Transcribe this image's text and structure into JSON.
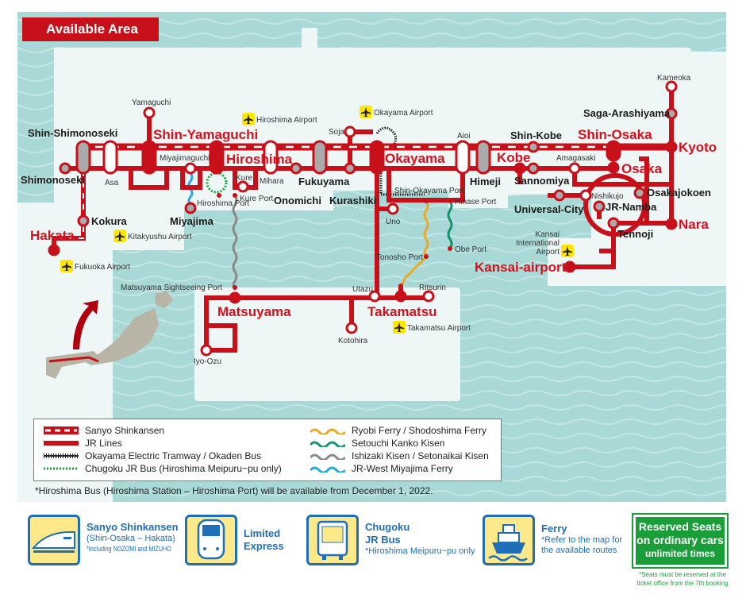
{
  "title": "Available Area",
  "colors": {
    "jr_red": "#c8101a",
    "sea": "#a9d9d6",
    "land": "#eef7f6",
    "ryobi": "#e8a92a",
    "setouchi": "#17936d",
    "ishizaki": "#8a8a8a",
    "miyajima": "#2aa6e6",
    "feature_blue": "#1e6fb8",
    "reserved_green": "#1a9e3a"
  },
  "stations": {
    "shin_shimonoseki": "Shin-Shimonoseki",
    "shimonoseki": "Shimonoseki",
    "asa": "Asa",
    "yamaguchi": "Yamaguchi",
    "shin_yamaguchi": "Shin-Yamaguchi",
    "miyajimaguchi": "Miyajimaguchi",
    "hiroshima": "Hiroshima",
    "kure": "Kure",
    "mihara": "Mihara",
    "onomichi": "Onomichi",
    "fukuyama": "Fukuyama",
    "kurashiki": "Kurashiki",
    "soja": "Soja",
    "okayama": "Okayama",
    "aioi": "Aioi",
    "himeji": "Himeji",
    "kobe": "Kobe",
    "sannomiya": "Sannomiya",
    "shin_kobe": "Shin-Kobe",
    "amagasaki": "Amagasaki",
    "shin_osaka": "Shin-Osaka",
    "osaka": "Osaka",
    "kyoto": "Kyoto",
    "saga_arashiyama": "Saga-Arashiyama",
    "kameoka": "Kameoka",
    "nara": "Nara",
    "osakajokoen": "Osakajokoen",
    "nishikujo": "Nishikujo",
    "universal_city": "Universal-City",
    "jr_namba": "JR-Namba",
    "tennoji": "Tennoji",
    "kansai_airport": "Kansai-airport",
    "kokura": "Kokura",
    "hakata": "Hakata",
    "miyajima": "Miyajima",
    "hiroshima_port": "Hiroshima Port",
    "kure_port": "Kure Port",
    "uno": "Uno",
    "shin_okayama_port": "Shin-Okayama Port",
    "hinase_port": "Hinase Port",
    "obe_port": "Obe Port",
    "tonosho_port": "Tonosho Port",
    "matsuyama_sightseeing_port": "Matsuyama Sightseeing Port",
    "matsuyama": "Matsuyama",
    "utazu": "Utazu",
    "takamatsu": "Takamatsu",
    "ritsurin": "Ritsurin",
    "kotohira": "Kotohira",
    "iyo_ozu": "Iyo-Ozu"
  },
  "airports": {
    "hiroshima": "Hiroshima Airport",
    "okayama": "Okayama Airport",
    "kitakyushu": "Kitakyushu Airport",
    "fukuoka": "Fukuoka Airport",
    "kansai_1": "Kansai",
    "kansai_2": "International",
    "kansai_3": "Airport",
    "takamatsu": "Takamatsu Airport"
  },
  "legend": [
    "Sanyo Shinkansen",
    "JR Lines",
    "Okayama Electric Tramway / Okaden Bus",
    "Chugoku JR Bus (Hiroshima Meipuru~pu only)",
    "Ryobi Ferry / Shodoshima Ferry",
    "Setouchi Kanko Kisen",
    "Ishizaki Kisen / Setonaikai Kisen",
    "JR-West Miyajima Ferry"
  ],
  "note": "*Hiroshima Bus (Hiroshima Station – Hiroshima Port) will be available from December 1, 2022.",
  "features": {
    "shinkansen": {
      "title": "Sanyo Shinkansen",
      "sub": "(Shin-Osaka – Hakata)",
      "note": "*Including NOZOMI and MIZUHO"
    },
    "limited": {
      "title1": "Limited",
      "title2": "Express"
    },
    "bus": {
      "title1": "Chugoku",
      "title2": "JR Bus",
      "note": "*Hiroshima Meipuru~pu only"
    },
    "ferry": {
      "title": "Ferry",
      "note1": "*Refer to the map for",
      "note2": "the available routes"
    },
    "reserved": {
      "line1": "Reserved Seats",
      "line2": "on ordinary cars",
      "line3": "unlimited times",
      "note": "*Seats must be reserved at the ticket office from the 7th booking"
    }
  }
}
